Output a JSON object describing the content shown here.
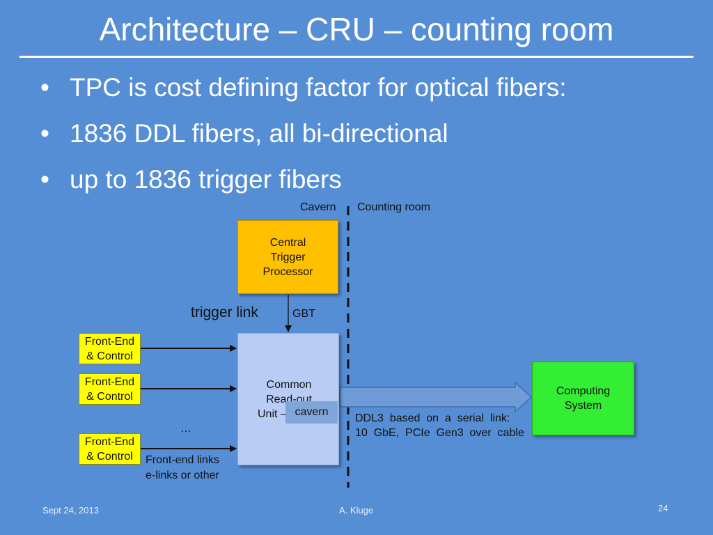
{
  "title": "Architecture – CRU – counting room",
  "bullets": [
    {
      "dot": "•",
      "text": "TPC is cost defining factor for optical fibers:"
    },
    {
      "dot": "•",
      "text": "1836 DDL fibers, all bi-directional"
    },
    {
      "dot": "•",
      "text": "up to 1836 trigger fibers"
    }
  ],
  "diagram": {
    "region_left": "Cavern",
    "region_right": "Counting room",
    "ctp": [
      "Central",
      "Trigger",
      "Processor"
    ],
    "trigger_link": "trigger link",
    "gbt": "GBT",
    "cru": [
      "Common",
      "Read-out",
      "Unit –"
    ],
    "cavern_tag": "cavern",
    "front_end": [
      [
        "Front-End",
        "& Control"
      ],
      [
        "Front-End",
        "& Control"
      ],
      [
        "Front-End",
        "& Control"
      ]
    ],
    "ellipsis": "…",
    "fe_links": [
      "Front-end  links",
      "e-links  or  other"
    ],
    "ddl": [
      "DDL3  based  on  a  serial  link:",
      "10  GbE,  PCIe  Gen3  over  cable"
    ],
    "computing": [
      "Computing",
      "System"
    ],
    "colors": {
      "background": "#558ed5",
      "ctp": "#ffc000",
      "cru": "#b9cdf4",
      "front_end": "#ffff00",
      "computing": "#33ee33",
      "ddl_arrow": "#6f9bd6"
    }
  },
  "footer": {
    "date": "Sept 24, 2013",
    "author": "A. Kluge",
    "page": "24"
  }
}
